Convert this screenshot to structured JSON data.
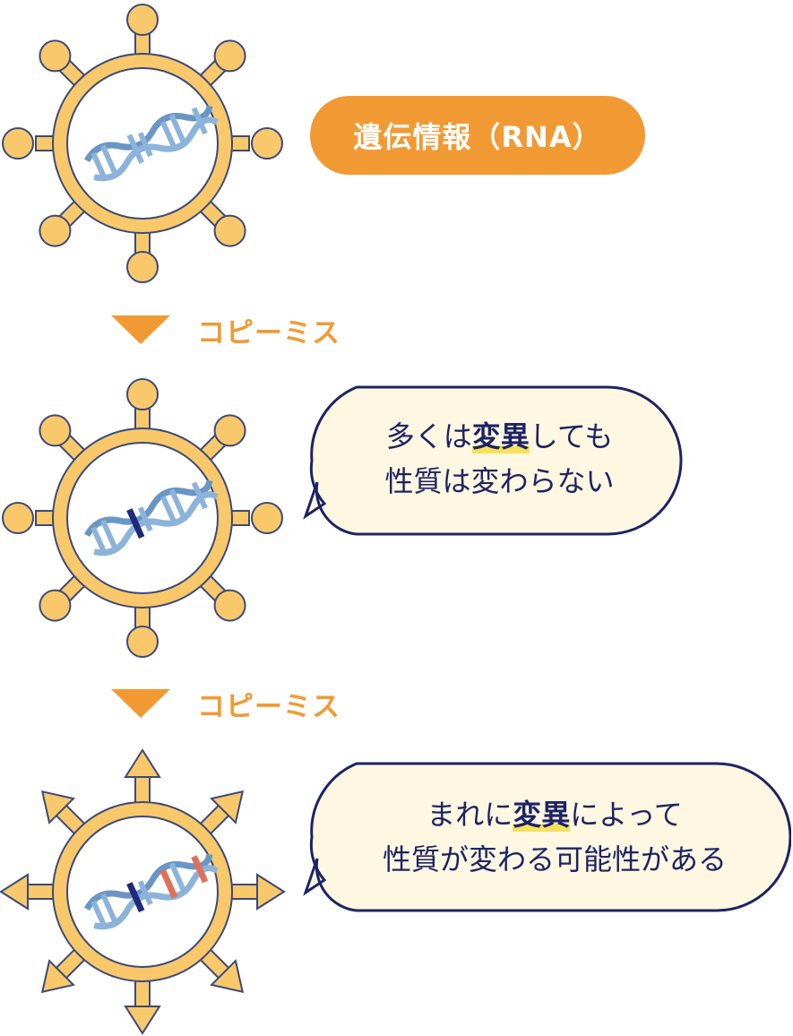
{
  "rna_label": "遺伝情報（RNA）",
  "steps": [
    {
      "label": "コピーミス"
    },
    {
      "label": "コピーミス"
    }
  ],
  "bubbles": [
    {
      "line1_pre": "多くは",
      "line1_em": "変異",
      "line1_post": "しても",
      "line2": "性質は変わらない"
    },
    {
      "line1_pre": "まれに",
      "line1_em": "変異",
      "line1_post": "によって",
      "line2": "性質が変わる可能性がある"
    }
  ],
  "colors": {
    "virus_fill": "#F8C86A",
    "virus_stroke": "#3A4A7A",
    "accent": "#F19A34",
    "bubble_fill": "#FEF7E1",
    "bubble_stroke": "#1C2464",
    "rna_strand": "#8CB4DA",
    "mutation_dark": "#1F2A7A",
    "mutation_red": "#E0705A"
  }
}
